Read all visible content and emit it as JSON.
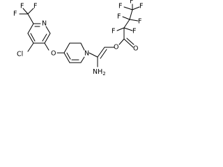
{
  "atoms": {
    "cf3_left": {
      "f_top": "F",
      "f_left": "F",
      "f_right": "F"
    },
    "pyridine_n": "N",
    "cl": "Cl",
    "ether_o": "O",
    "dihydropyridine_n": "N",
    "amine": "NH",
    "amine_subscript": "2",
    "ester_o": "O",
    "carbonyl_o": "O",
    "heptafluoro": {
      "f1": "F",
      "f2": "F",
      "f3": "F",
      "f4": "F",
      "f5": "F",
      "f6": "F",
      "f7": "F"
    }
  },
  "colors": {
    "line": "#000000",
    "background": "#ffffff"
  }
}
